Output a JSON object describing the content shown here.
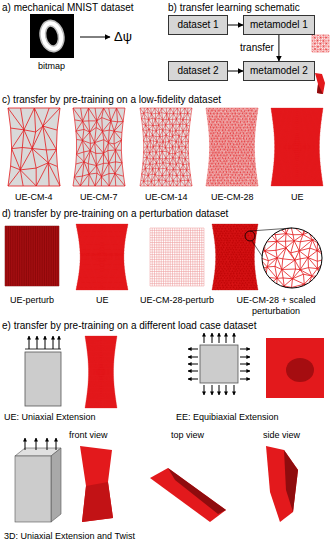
{
  "diagram": {
    "nodes": [
      {
        "text": [
          "dataset 1"
        ]
      },
      {
        "text": [
          "metamodel 1"
        ]
      },
      {
        "text": [
          "dataset 2"
        ]
      },
      {
        "text": [
          "metamodel 2"
        ]
      }
    ],
    "edges": [
      {
        "from": 0,
        "to": 1,
        "arrow": "to"
      },
      {
        "from": 1,
        "to": 3,
        "arrow": "to",
        "label": "transfer"
      },
      {
        "from": 2,
        "to": 3,
        "arrow": "to"
      }
    ],
    "labels": [
      "a) mechanical MNIST dataset",
      "bitmap",
      "Δψ",
      "b) transfer learning schematic",
      "c) transfer by pre-training on a low-fidelity dataset",
      "UE-CM-4",
      "UE-CM-7",
      "UE-CM-14",
      "UE-CM-28",
      "UE",
      "d) transfer by pre-training on a perturbation dataset",
      "UE-perturb",
      "UE",
      "UE-CM-28-perturb",
      "UE-CM-28 + scaled perturbation",
      "e) transfer by pre-training on a different load case dataset",
      "UE: Uniaxial Extension",
      "EE: Equibiaxial Extension",
      "3D: Uniaxial Extension and Twist",
      "front view",
      "top view",
      "side view"
    ]
  }
}
